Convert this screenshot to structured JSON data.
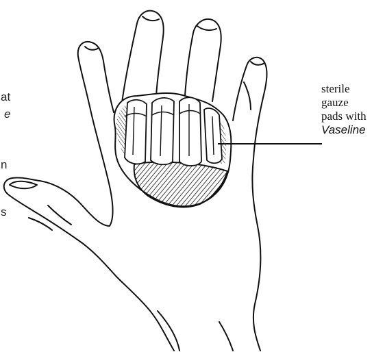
{
  "left_edge_fragments": [
    "at",
    "e",
    "n",
    "s"
  ],
  "callout": {
    "line1": "sterile",
    "line2": "gauze",
    "line3": "pads with",
    "line4": "Vaseline"
  },
  "colors": {
    "ink": "#111111",
    "background": "#ffffff"
  }
}
